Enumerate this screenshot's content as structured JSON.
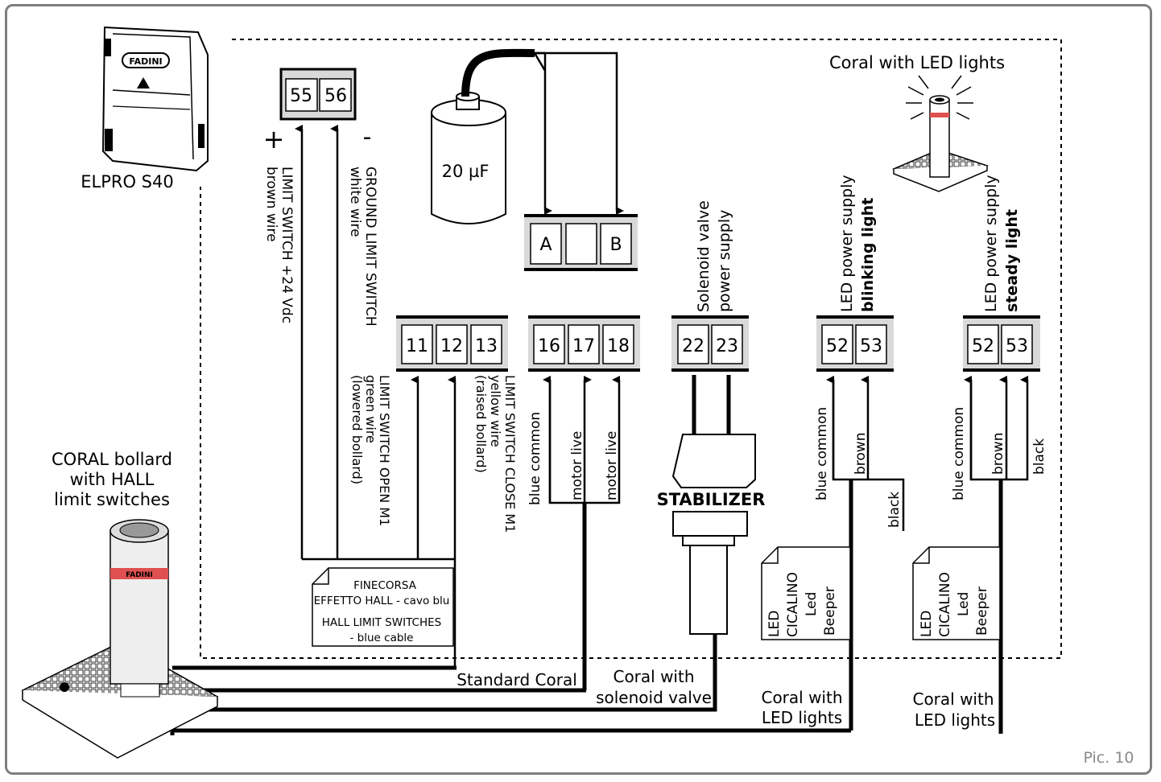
{
  "elpro_label": "ELPRO S40",
  "elpro_brand": "FADINI",
  "plus_sign": "+",
  "minus_sign": "-",
  "terminals": {
    "t55": "55",
    "t56": "56",
    "t11": "11",
    "t12": "12",
    "t13": "13",
    "t16": "16",
    "t17": "17",
    "t18": "18",
    "t22": "22",
    "t23": "23",
    "t52a": "52",
    "t53a": "53",
    "t52b": "52",
    "t53b": "53",
    "a": "A",
    "b": "B"
  },
  "capacitor_label": "20 µF",
  "labels": {
    "limit_switch_24": "LIMIT SWITCH +24 Vdc",
    "brown_wire": "brown wire",
    "ground_limit": "GROUND LIMIT SWITCH",
    "white_wire": "white wire",
    "open_m1": "LIMIT SWITCH OPEN M1",
    "green_wire": "green wire",
    "lowered": "(lowered bollard)",
    "close_m1": "LIMIT SWITCH CLOSE M1",
    "yellow_wire": "yellow wire",
    "raised": "(raised bollard)",
    "blue_common_1": "blue common",
    "motor_live_1": "motor live",
    "motor_live_2": "motor live",
    "solenoid_1": "Solenoid valve",
    "solenoid_2": "power supply",
    "stabilizer": "STABILIZER",
    "led_supply_blink": "LED power supply",
    "blinking": "blinking light",
    "led_supply_steady": "LED power supply",
    "steady": "steady light",
    "blue_common_2": "blue common",
    "brown_1": "brown",
    "black_1": "black",
    "blue_common_3": "blue common",
    "brown_2": "brown",
    "black_2": "black",
    "coral_led_top": "Coral with LED lights",
    "coral_bollard_1": "CORAL bollard",
    "coral_bollard_2": "with HALL",
    "coral_bollard_3": "limit switches",
    "note_1": "FINECORSA",
    "note_2": "EFFETTO HALL - cavo blu",
    "note_3": "HALL LIMIT SWITCHES",
    "note_4": "- blue cable",
    "led_note": [
      "LED",
      "CICALINO",
      "Led",
      "Beeper"
    ],
    "standard_coral": "Standard Coral",
    "solenoid_coral_1": "Coral with",
    "solenoid_coral_2": "solenoid valve",
    "led_coral_1a": "Coral with",
    "led_coral_1b": "LED lights",
    "led_coral_2a": "Coral with",
    "led_coral_2b": "LED lights",
    "bollard_brand": "FADINI",
    "pic": "Pic. 10"
  }
}
